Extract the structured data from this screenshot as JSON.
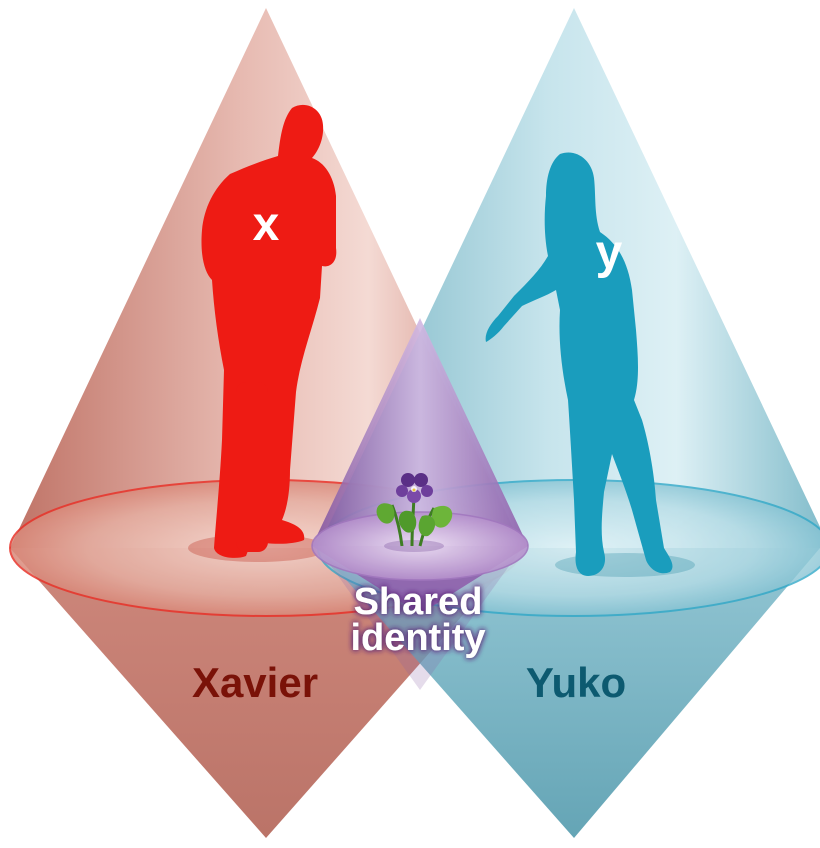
{
  "left_person": {
    "name": "Xavier",
    "symbol": "x"
  },
  "right_person": {
    "name": "Yuko",
    "symbol": "y"
  },
  "overlap": {
    "line1": "Shared",
    "line2": "identity"
  },
  "colors": {
    "left_cone": "#c9766a",
    "left_figure": "#ee1b14",
    "left_name": "#7a1208",
    "right_cone": "#6fb2c4",
    "right_figure": "#1a9dbd",
    "right_name": "#0d5a70",
    "overlap_cone": "#8a58a8",
    "overlap_text": "#ffffff"
  },
  "icons": [
    "man-silhouette-icon",
    "woman-silhouette-icon",
    "violet-flower-icon"
  ]
}
